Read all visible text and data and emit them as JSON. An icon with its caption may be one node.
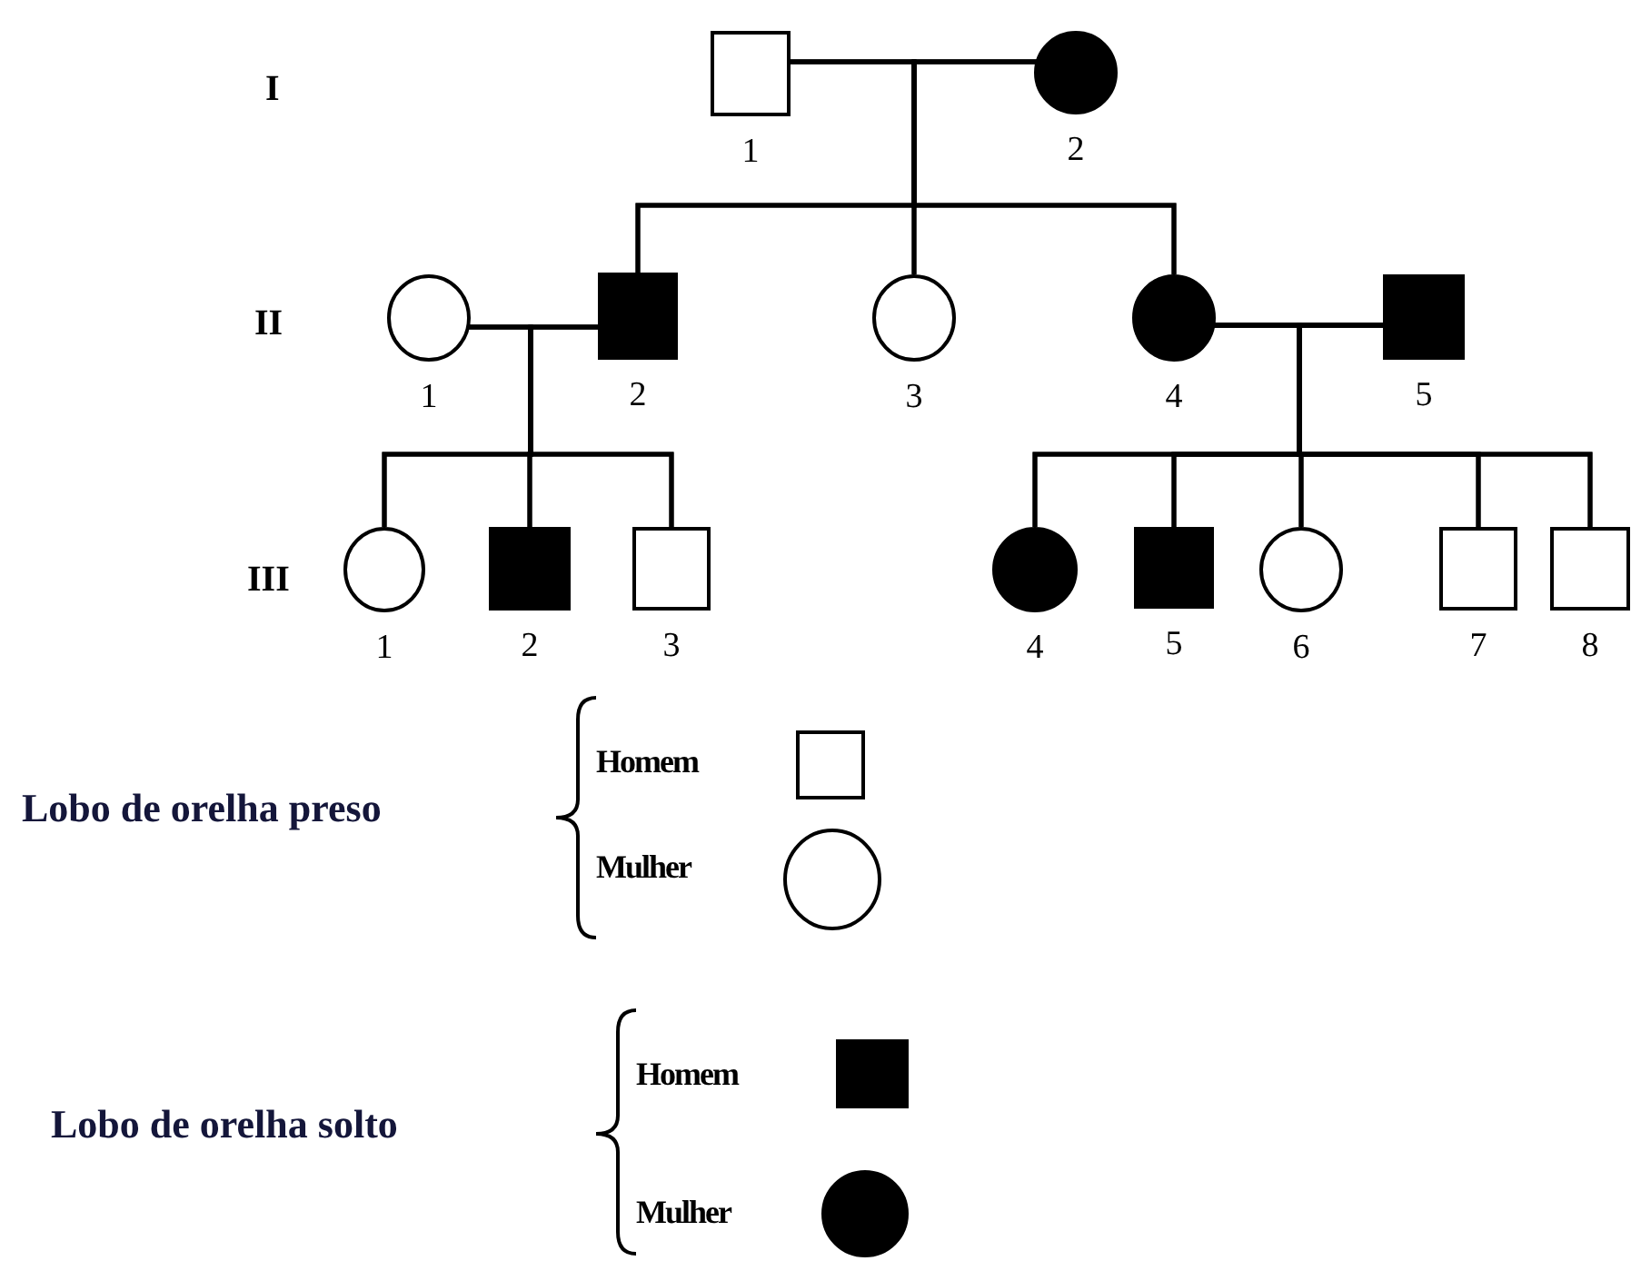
{
  "diagram": {
    "nodes": [
      {
        "text": [],
        "shape": "box",
        "beside": [
          "1"
        ]
      },
      {
        "text": [],
        "shape": "disc",
        "beside": [
          "2"
        ]
      },
      {
        "text": [],
        "shape": "circle",
        "beside": [
          "1"
        ]
      },
      {
        "text": [],
        "shape": "block",
        "beside": [
          "2"
        ]
      },
      {
        "text": [],
        "shape": "circle",
        "beside": [
          "3"
        ]
      },
      {
        "text": [],
        "shape": "disc",
        "beside": [
          "4"
        ]
      },
      {
        "text": [],
        "shape": "block",
        "beside": [
          "5"
        ]
      },
      {
        "text": [],
        "shape": "circle",
        "beside": [
          "1"
        ]
      },
      {
        "text": [],
        "shape": "block",
        "beside": [
          "2"
        ]
      },
      {
        "text": [],
        "shape": "box",
        "beside": [
          "3"
        ]
      },
      {
        "text": [],
        "shape": "disc",
        "beside": [
          "4"
        ]
      },
      {
        "text": [],
        "shape": "block",
        "beside": [
          "5"
        ]
      },
      {
        "text": [],
        "shape": "circle",
        "beside": [
          "6"
        ]
      },
      {
        "text": [],
        "shape": "box",
        "beside": [
          "7"
        ]
      },
      {
        "text": [],
        "shape": "box",
        "beside": [
          "8"
        ]
      }
    ],
    "edges": [
      {
        "from": 0,
        "to": 3,
        "arrow": "none"
      },
      {
        "from": 1,
        "to": 3,
        "arrow": "none"
      },
      {
        "from": 0,
        "to": 4,
        "arrow": "none"
      },
      {
        "from": 1,
        "to": 4,
        "arrow": "none"
      },
      {
        "from": 0,
        "to": 5,
        "arrow": "none"
      },
      {
        "from": 1,
        "to": 5,
        "arrow": "none"
      },
      {
        "from": 2,
        "to": 7,
        "arrow": "none"
      },
      {
        "from": 3,
        "to": 7,
        "arrow": "none"
      },
      {
        "from": 2,
        "to": 8,
        "arrow": "none"
      },
      {
        "from": 3,
        "to": 8,
        "arrow": "none"
      },
      {
        "from": 2,
        "to": 9,
        "arrow": "none"
      },
      {
        "from": 3,
        "to": 9,
        "arrow": "none"
      },
      {
        "from": 5,
        "to": 10,
        "arrow": "none"
      },
      {
        "from": 6,
        "to": 10,
        "arrow": "none"
      },
      {
        "from": 5,
        "to": 11,
        "arrow": "none"
      },
      {
        "from": 6,
        "to": 11,
        "arrow": "none"
      },
      {
        "from": 5,
        "to": 12,
        "arrow": "none"
      },
      {
        "from": 6,
        "to": 12,
        "arrow": "none"
      },
      {
        "from": 5,
        "to": 13,
        "arrow": "none"
      },
      {
        "from": 6,
        "to": 13,
        "arrow": "none"
      },
      {
        "from": 5,
        "to": 14,
        "arrow": "none"
      },
      {
        "from": 6,
        "to": 14,
        "arrow": "none"
      }
    ],
    "labels": [
      "I",
      "II",
      "III",
      "Lobo de orelha preso",
      "Lobo de orelha solto"
    ],
    "legend": [
      {
        "text": "Homem"
      },
      {
        "text": "Mulher"
      },
      {
        "text": "Homem"
      },
      {
        "text": "Mulher"
      }
    ]
  }
}
